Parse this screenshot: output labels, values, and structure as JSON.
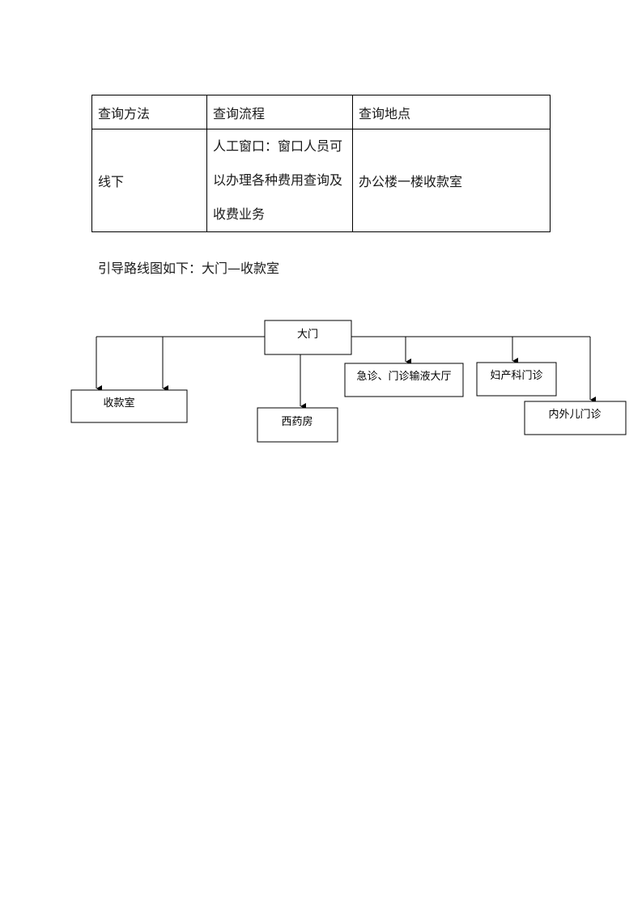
{
  "table": {
    "headers": [
      "查询方法",
      "查询流程",
      "查询地点"
    ],
    "rows": [
      {
        "method": "线下",
        "flow_lines": [
          "人工窗口：窗口人员可",
          "以办理各种费用查询及",
          "收费业务"
        ],
        "location": "办公楼一楼收款室"
      }
    ]
  },
  "caption": "引导路线图如下：大门—收款室",
  "diagram": {
    "root": "大门",
    "nodes": [
      "收款室",
      "西药房",
      "急诊、门诊输液大厅",
      "妇产科门诊",
      "内外儿门诊"
    ]
  }
}
